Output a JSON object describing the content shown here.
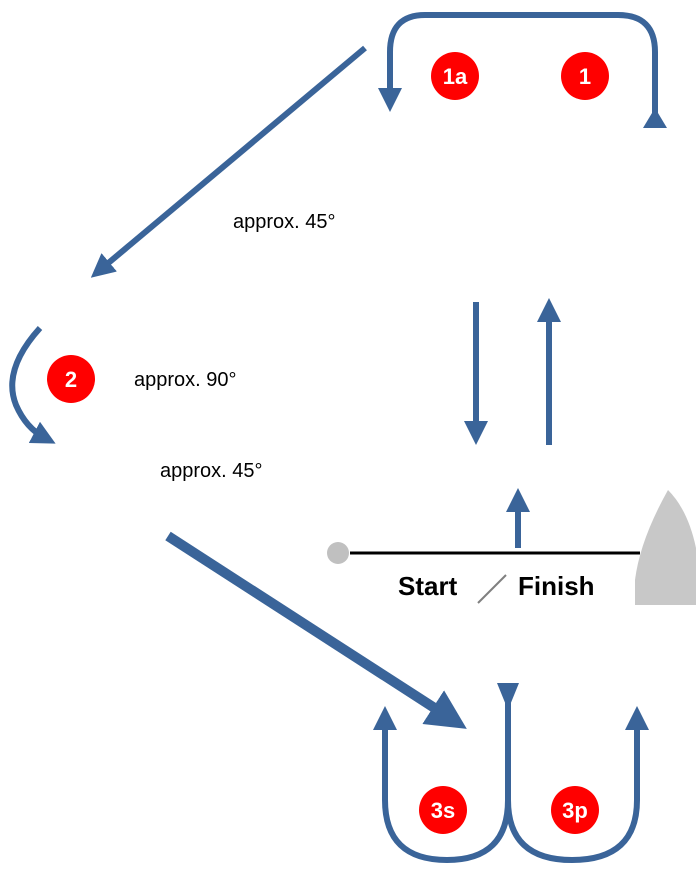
{
  "colors": {
    "arrow": "#3a6499",
    "mark": "#ff0000",
    "line": "#000000",
    "boat": "#c8c8c8",
    "pin": "#c0c0c0"
  },
  "marks": {
    "m1a": "1a",
    "m1": "1",
    "m2": "2",
    "m3s": "3s",
    "m3p": "3p"
  },
  "labels": {
    "angle_top": "approx. 45°",
    "angle_mid": "approx. 90°",
    "angle_low": "approx. 45°"
  },
  "start_finish": {
    "start": "Start",
    "finish": "Finish"
  }
}
